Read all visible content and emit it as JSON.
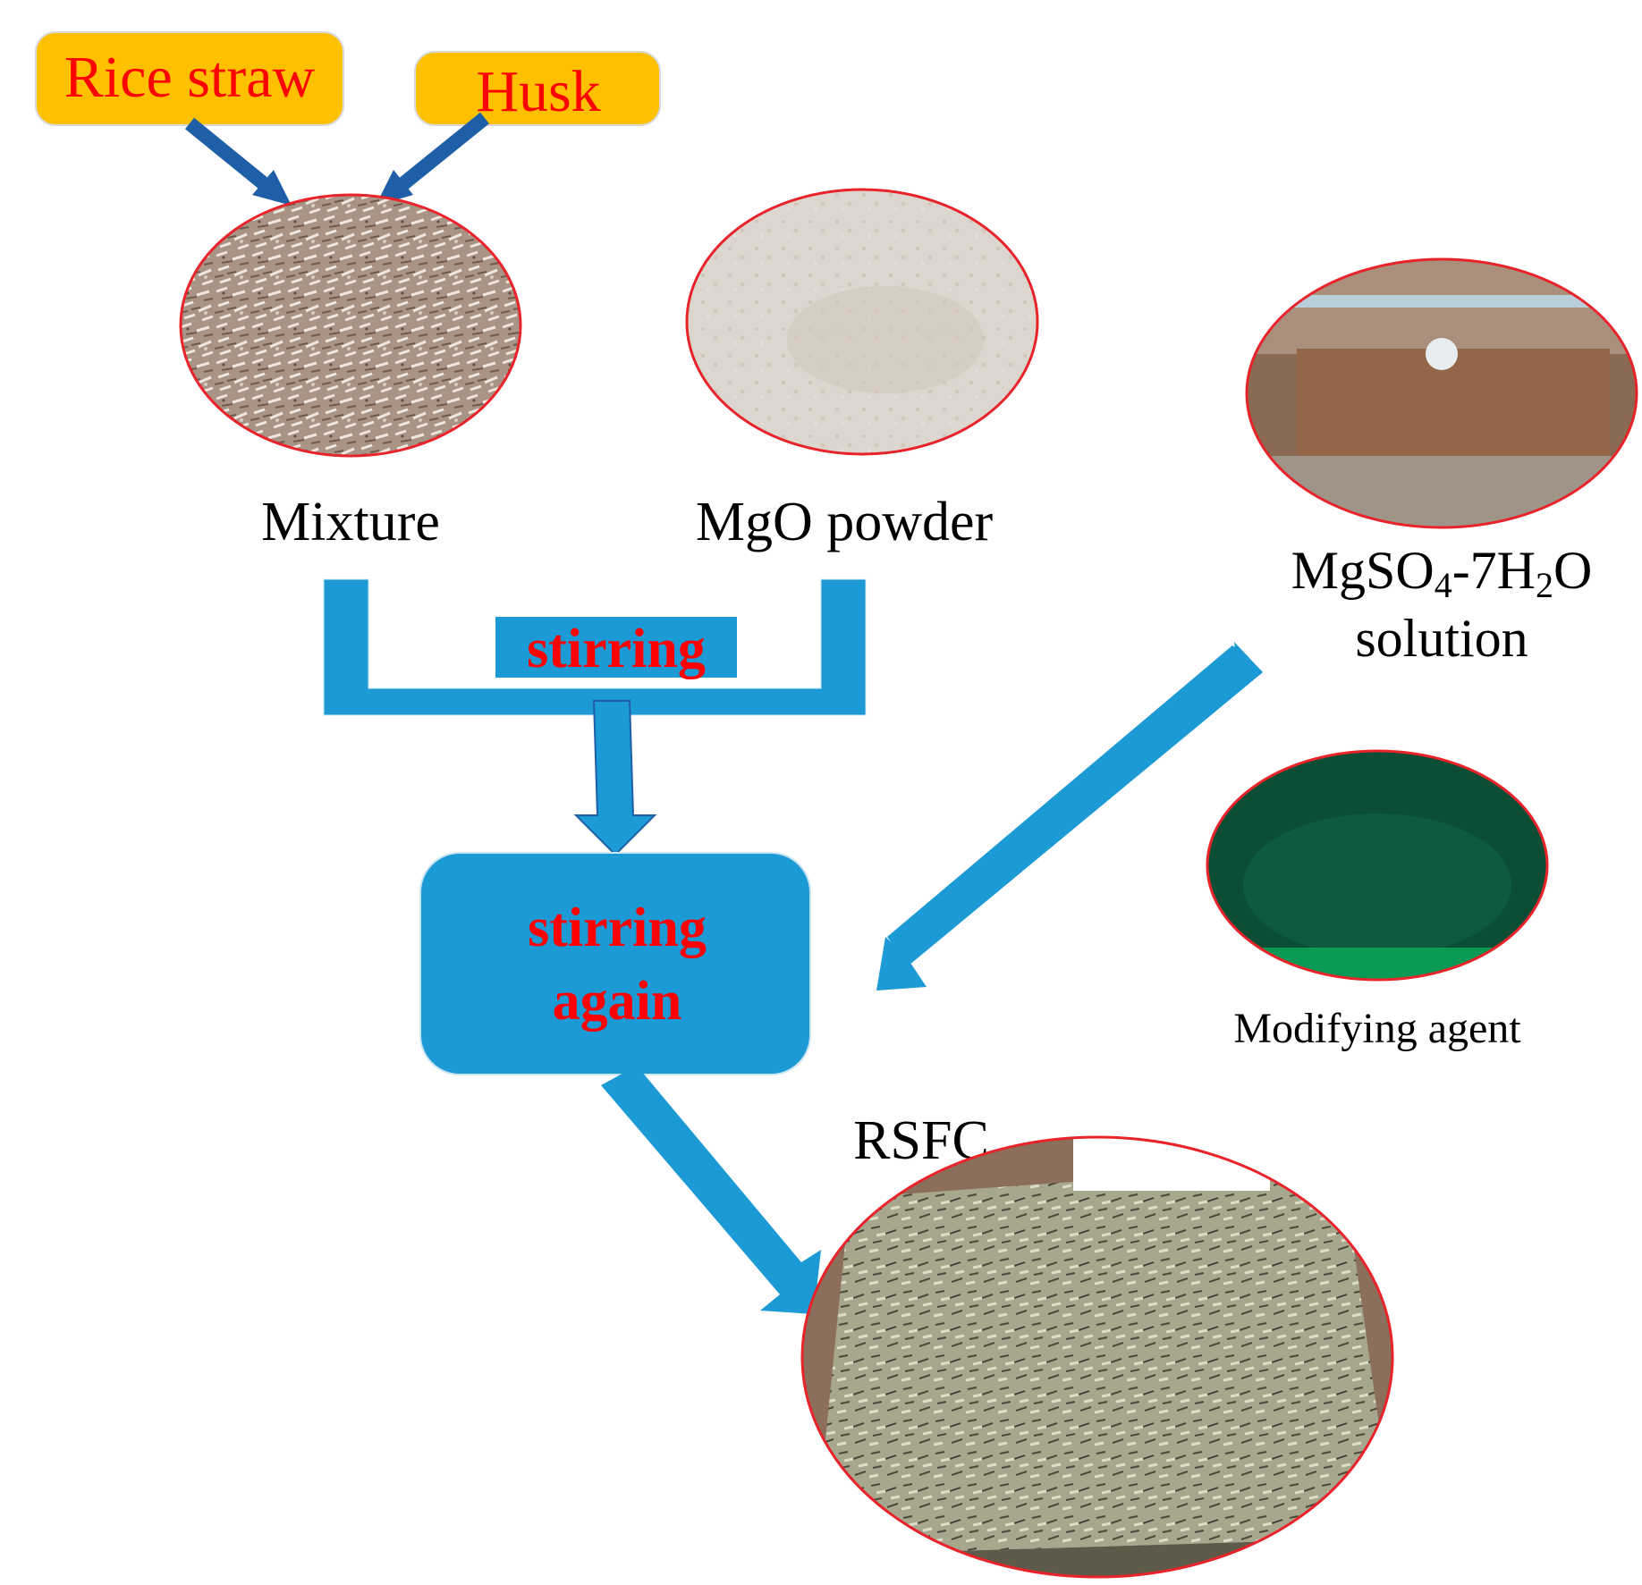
{
  "labels": {
    "rice_straw": "Rice straw",
    "husk": "Husk",
    "mixture": "Mixture",
    "mgo_powder": "MgO powder",
    "mgso4_main": "MgSO",
    "mgso4_sub4": "4",
    "mgso4_mid": "-7H",
    "mgso4_sub2": "2",
    "mgso4_end": "O",
    "solution": "solution",
    "stirring": "stirring",
    "stirring_again_line1": "stirring",
    "stirring_again_line2": "again",
    "modifying_agent": "Modifying agent",
    "rsfc": "RSFC"
  },
  "colors": {
    "flow_blue": "#1b9ad6",
    "arrow_dark_blue": "#1f5fa8",
    "label_box_orange": "#ffc000",
    "label_text_red": "#ff0000",
    "circle_border_red": "#e8232a",
    "text_black": "#000000"
  },
  "icons": {
    "mixture_photo": "rice-straw-husk-mixture-photo",
    "mgo_photo": "mgo-powder-photo",
    "mgso4_photo": "mgso4-solution-photo",
    "modifier_photo": "modifying-agent-photo",
    "rsfc_photo": "rsfc-block-photo"
  }
}
